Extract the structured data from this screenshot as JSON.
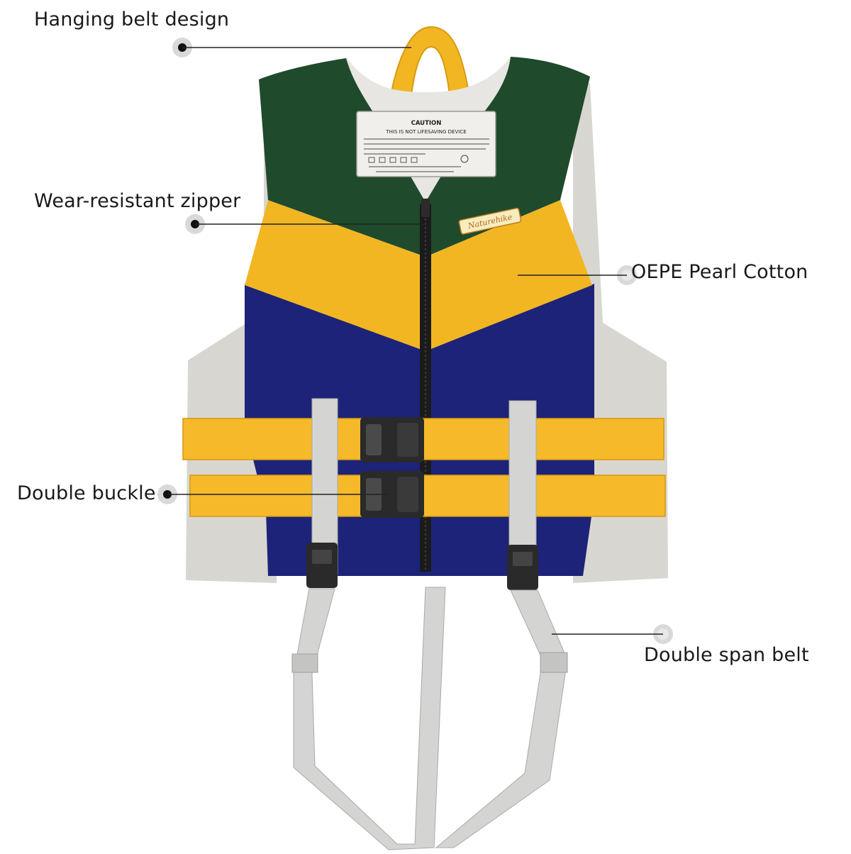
{
  "callouts": {
    "hanging_belt": "Hanging belt design",
    "zipper": "Wear-resistant zipper",
    "oepe": "OEPE Pearl Cotton",
    "double_buckle": "Double buckle",
    "double_span": "Double span belt"
  },
  "caution_label": {
    "title": "CAUTION",
    "subtitle": "THIS IS NOT LIFESAVING DEVICE"
  },
  "brand": {
    "name": "Naturehike"
  },
  "colors": {
    "green": "#1f4a2c",
    "yellow": "#f2b623",
    "navy": "#1c2378",
    "grey": "#d8d6d0",
    "strap_yellow": "#f5b92a",
    "strap_grey": "#d4d5d3",
    "buckle": "#2a2a2a",
    "text": "#1a1a1a"
  }
}
